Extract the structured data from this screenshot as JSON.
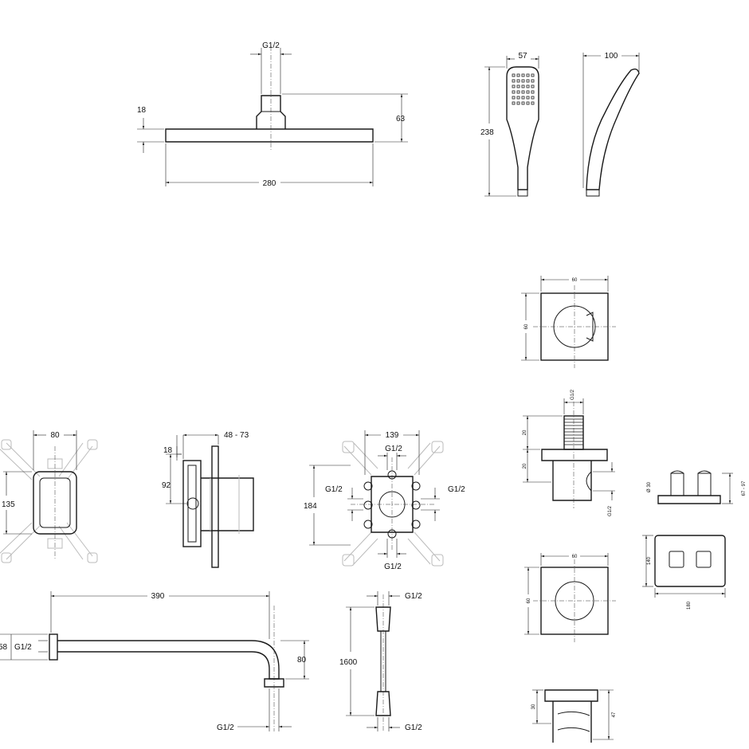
{
  "overhead_shower": {
    "d_connection": "G1/2",
    "d_plate_height": "18",
    "d_total_height": "63",
    "d_width": "280"
  },
  "hand_shower": {
    "d_head_width": "57",
    "d_length": "238",
    "d_side_depth": "100"
  },
  "wall_plate_square_1": {
    "d_w": "60",
    "d_h": "60"
  },
  "wall_outlet_side": {
    "d_thread": "G1/2",
    "d_a": "20",
    "d_b": "20",
    "d_side": "G1/2"
  },
  "wall_plate_square_2": {
    "d_w": "60",
    "d_h": "60"
  },
  "wall_elbow_side": {
    "d_a": "30",
    "d_b": "47"
  },
  "box_front": {
    "d_w": "80",
    "d_h": "135"
  },
  "box_side": {
    "d_depth": "48 - 73",
    "d_a": "18",
    "d_b": "92"
  },
  "diverter": {
    "d_w": "139",
    "d_h": "184",
    "d_top": "G1/2",
    "d_left": "G1/2",
    "d_right": "G1/2",
    "d_bottom": "G1/2"
  },
  "control_plate": {
    "d_diam": "Ø 30",
    "d_range": "67 - 97",
    "d_h": "140",
    "d_w": "180"
  },
  "shower_arm": {
    "d_length": "390",
    "d_drop": "80",
    "d_pipe": "G1/2",
    "d_wall": "58",
    "d_bottom": "G1/2"
  },
  "hose": {
    "d_length": "1600",
    "d_top": "G1/2",
    "d_bottom": "G1/2"
  }
}
